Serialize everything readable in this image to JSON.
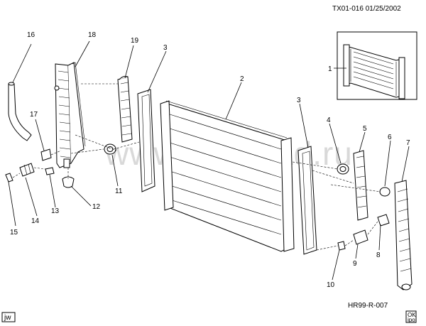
{
  "header": {
    "code": "TX01-016 01/25/2002"
  },
  "footer": {
    "figure_id": "HR99-R-007",
    "initials": "jw"
  },
  "watermark": "www.gmsklad.ru",
  "eco_icon": {
    "line1": "OK",
    "line2": "ipo"
  },
  "callouts": [
    "1",
    "2",
    "3",
    "3",
    "4",
    "5",
    "6",
    "7",
    "8",
    "9",
    "10",
    "11",
    "12",
    "13",
    "14",
    "15",
    "16",
    "17",
    "18",
    "19"
  ],
  "colors": {
    "line": "#000000",
    "watermark": "#d9d9d9"
  }
}
